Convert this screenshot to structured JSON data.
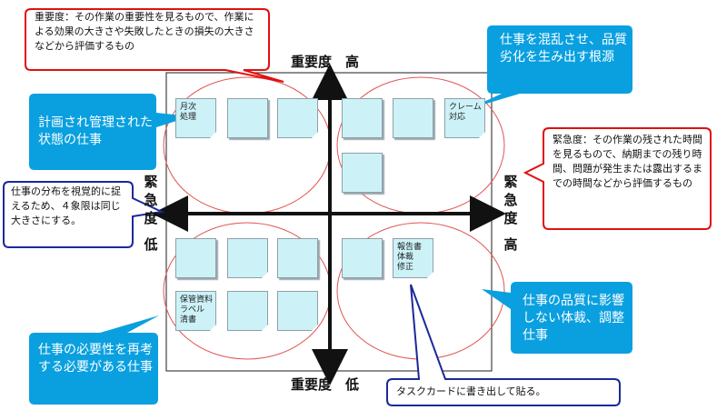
{
  "axes": {
    "importance_high": "重要度　高",
    "importance_low": "重要度　低",
    "urgency_left": "緊急度",
    "urgency_left_level": "低",
    "urgency_right": "緊急度",
    "urgency_right_level": "高"
  },
  "callouts": {
    "importance_def": "重要度：その作業の重要性を見るもので、作業による効果の大きさや失敗したときの損失の大きさなどから評価するもの",
    "urgency_def": "緊急度：その作業の残された時間を見るもので、納期までの残り時間、問題が発生または露出するまでの時間などから評価するもの",
    "distribution_note": "仕事の分布を視覚的に捉えるため、４象限は同じ大きさにする。",
    "task_card_note": "タスクカードに書き出して貼る。",
    "top_right": "仕事を混乱させ、品質劣化を生み出す根源",
    "top_left": "計画され管理された状態の仕事",
    "bottom_right": "仕事の品質に影響しない体裁、調整仕事",
    "bottom_left": "仕事の必要性を再考する必要がある仕事"
  },
  "cards": {
    "monthly": "月次\n処理",
    "claim": "クレーム\n対応",
    "report": "報告書\n体裁\n修正",
    "storage": "保管資料\nラベル\n清書"
  },
  "colors": {
    "callout_blue": "#0aa0e0",
    "callout_red_border": "#e01010",
    "callout_navy_border": "#1a2a9a",
    "ellipse": "#e05555",
    "card_fill": "#ccf2f8"
  }
}
